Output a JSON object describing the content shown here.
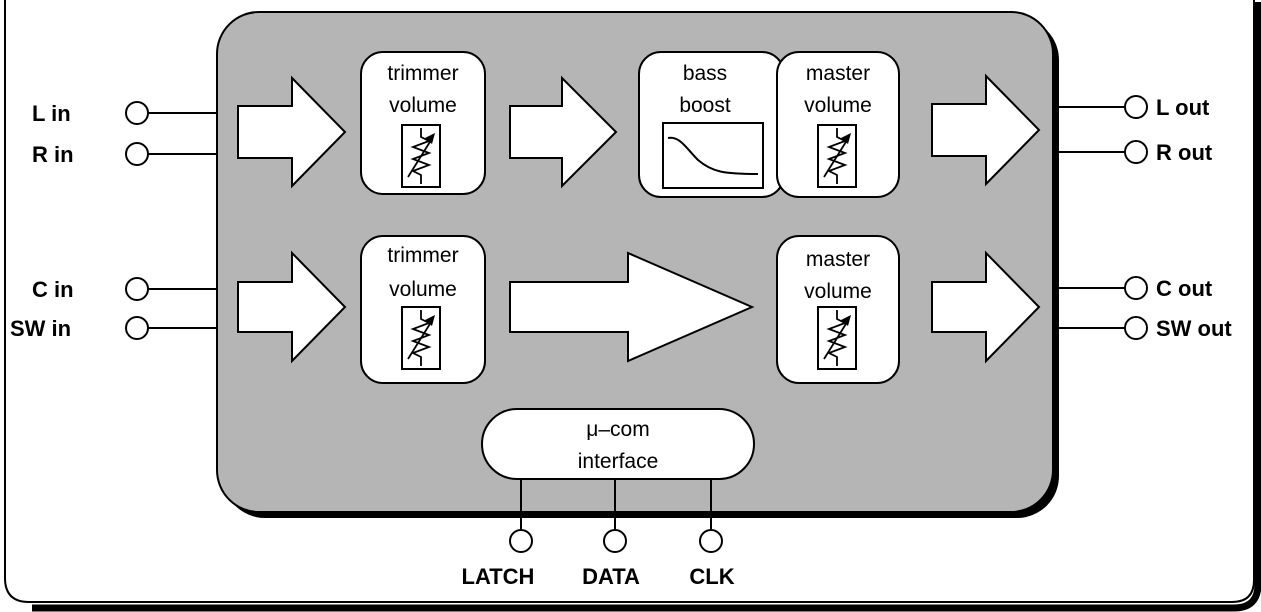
{
  "colors": {
    "chip_fill": "#b5b5b5",
    "block_fill": "#ffffff",
    "stroke": "#000000",
    "background": "#ffffff"
  },
  "inputs": {
    "l_in": "L in",
    "r_in": "R in",
    "c_in": "C in",
    "sw_in": "SW in"
  },
  "outputs": {
    "l_out": "L out",
    "r_out": "R out",
    "c_out": "C out",
    "sw_out": "SW out"
  },
  "blocks": {
    "trimmer_top": [
      "trimmer",
      "volume"
    ],
    "bass_boost": [
      "bass",
      "boost"
    ],
    "master_top": [
      "master",
      "volume"
    ],
    "trimmer_bottom": [
      "trimmer",
      "volume"
    ],
    "master_bottom": [
      "master",
      "volume"
    ],
    "ucom": [
      "μ–com",
      "interface"
    ]
  },
  "control_pins": {
    "latch": "LATCH",
    "data": "DATA",
    "clk": "CLK"
  },
  "icons": [
    "potentiometer-icon",
    "frequency-response-icon",
    "signal-flow-arrow-icon",
    "pin-terminal-icon"
  ]
}
